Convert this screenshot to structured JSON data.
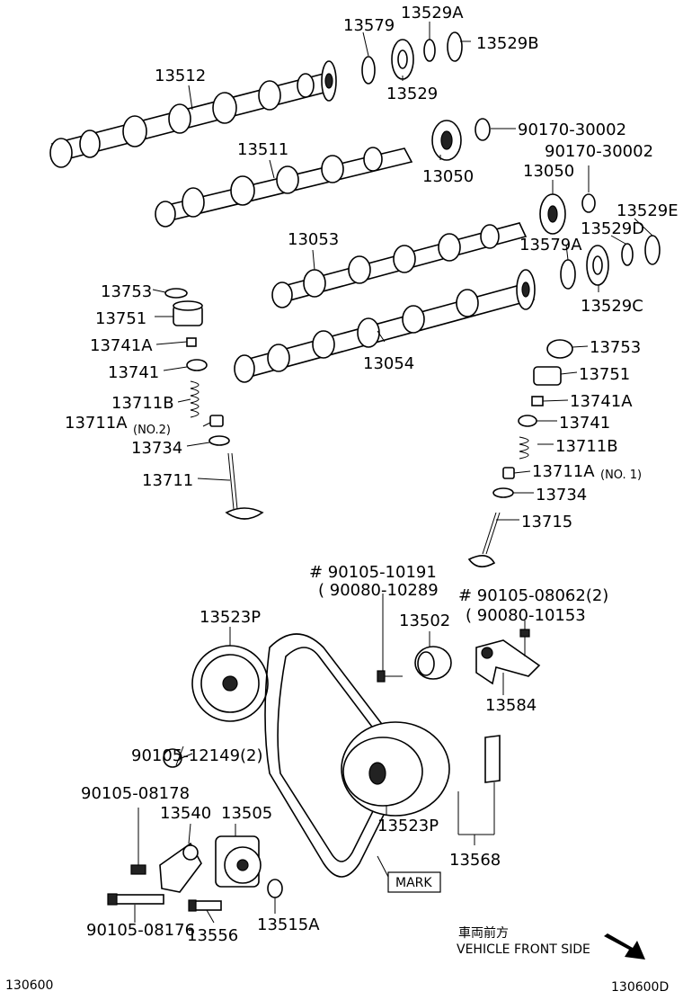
{
  "labels": {
    "p13579": "13579",
    "p13529A": "13529A",
    "p13529B": "13529B",
    "p13512": "13512",
    "p13529": "13529",
    "p90170a": "90170-30002",
    "p90170b": "90170-30002",
    "p13511": "13511",
    "p13050a": "13050",
    "p13050b": "13050",
    "p13529E": "13529E",
    "p13529D": "13529D",
    "p13053": "13053",
    "p13579A": "13579A",
    "p13529C": "13529C",
    "p13753a": "13753",
    "p13751a": "13751",
    "p13741Aa": "13741A",
    "p13741a": "13741",
    "p13711Ba": "13711B",
    "p13711Aa": "13711A",
    "no2": "(NO.2)",
    "p13734a": "13734",
    "p13711": "13711",
    "p13054": "13054",
    "p13753b": "13753",
    "p13751b": "13751",
    "p13741Ab": "13741A",
    "p13741b": "13741",
    "p13711Bb": "13711B",
    "p13711Ab": "13711A",
    "no1": "(NO. 1)",
    "p13734b": "13734",
    "p13715": "13715",
    "p90105_10191": "# 90105-10191",
    "p90080_10289": "( 90080-10289",
    "p90105_08062": "# 90105-08062(2)",
    "p90080_10153": "( 90080-10153",
    "p13523Pa": "13523P",
    "p13502": "13502",
    "p13584": "13584",
    "p90105_12149": "90105-12149(2)",
    "p90105_08178": "90105-08178",
    "p13540": "13540",
    "p13505": "13505",
    "p13523Pb": "13523P",
    "p13568": "13568",
    "mark": "MARK",
    "p90105_08176": "90105-08176",
    "p13556": "13556",
    "p13515A": "13515A"
  },
  "footer": {
    "front_jp": "車両前方",
    "front_en": "VEHICLE FRONT SIDE",
    "code_left": "130600",
    "code_right": "130600D"
  },
  "icons": {
    "front_arrow": "arrow-down-right-icon"
  }
}
